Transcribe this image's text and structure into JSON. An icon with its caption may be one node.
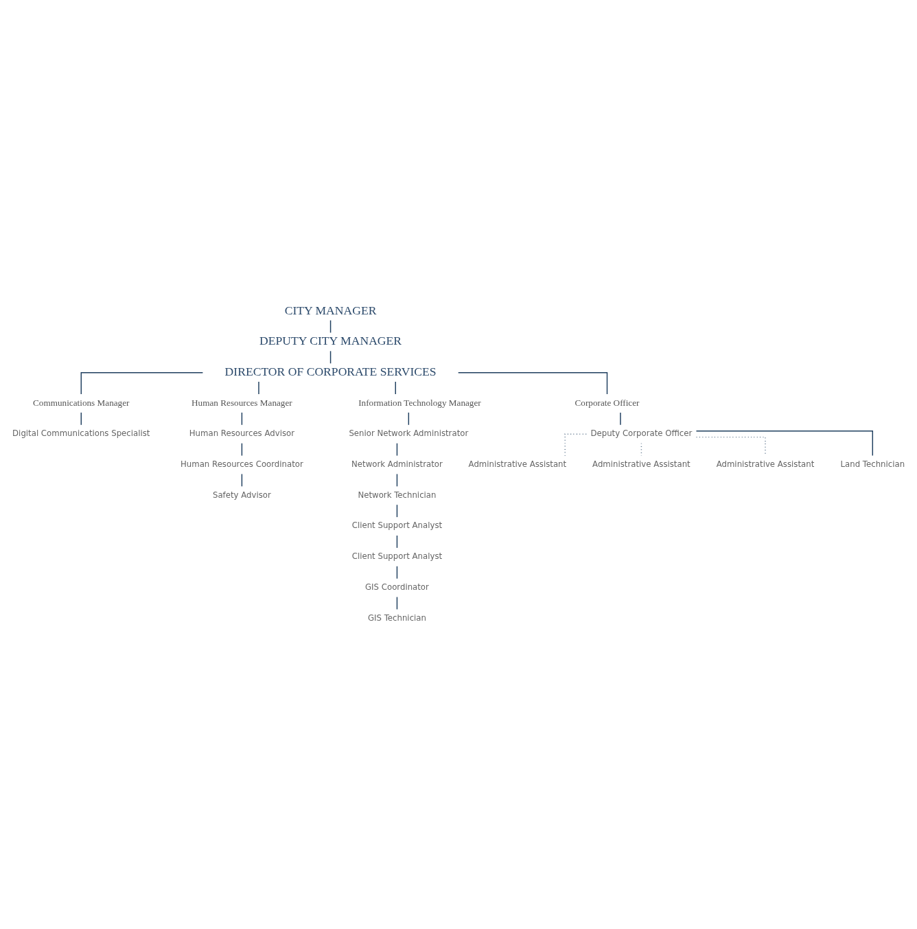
{
  "diagram": {
    "nodes": [
      {
        "text": [
          "CITY MANAGER"
        ]
      },
      {
        "text": [
          "DEPUTY CITY MANAGER"
        ]
      },
      {
        "text": [
          "DIRECTOR OF CORPORATE SERVICES"
        ]
      },
      {
        "text": [
          "Communications Manager"
        ]
      },
      {
        "text": [
          "Human Resources Manager"
        ]
      },
      {
        "text": [
          "Information Technology Manager"
        ]
      },
      {
        "text": [
          "Corporate Officer"
        ]
      },
      {
        "text": [
          "Digital Communications Specialist"
        ]
      },
      {
        "text": [
          "Human Resources Advisor"
        ]
      },
      {
        "text": [
          "Human Resources Coordinator"
        ]
      },
      {
        "text": [
          "Safety Advisor"
        ]
      },
      {
        "text": [
          "Senior Network Administrator"
        ]
      },
      {
        "text": [
          "Network Administrator"
        ]
      },
      {
        "text": [
          "Network Technician"
        ]
      },
      {
        "text": [
          "Client Support Analyst"
        ]
      },
      {
        "text": [
          "Client Support Analyst"
        ]
      },
      {
        "text": [
          "GIS Coordinator"
        ]
      },
      {
        "text": [
          "GIS Technician"
        ]
      },
      {
        "text": [
          "Deputy Corporate Officer"
        ]
      },
      {
        "text": [
          "Administrative Assistant"
        ]
      },
      {
        "text": [
          "Administrative Assistant"
        ]
      },
      {
        "text": [
          "Administrative Assistant"
        ]
      },
      {
        "text": [
          "Land Technician"
        ]
      }
    ],
    "edges": [
      {
        "from": 0,
        "to": 1,
        "arrow": "none"
      },
      {
        "from": 1,
        "to": 2,
        "arrow": "none"
      },
      {
        "from": 2,
        "to": 3,
        "arrow": "none"
      },
      {
        "from": 2,
        "to": 4,
        "arrow": "none"
      },
      {
        "from": 2,
        "to": 5,
        "arrow": "none"
      },
      {
        "from": 2,
        "to": 6,
        "arrow": "none"
      },
      {
        "from": 3,
        "to": 7,
        "arrow": "none"
      },
      {
        "from": 4,
        "to": 8,
        "arrow": "none"
      },
      {
        "from": 8,
        "to": 9,
        "arrow": "none"
      },
      {
        "from": 9,
        "to": 10,
        "arrow": "none"
      },
      {
        "from": 5,
        "to": 11,
        "arrow": "none"
      },
      {
        "from": 11,
        "to": 12,
        "arrow": "none"
      },
      {
        "from": 12,
        "to": 13,
        "arrow": "none"
      },
      {
        "from": 13,
        "to": 14,
        "arrow": "none"
      },
      {
        "from": 14,
        "to": 15,
        "arrow": "none"
      },
      {
        "from": 15,
        "to": 16,
        "arrow": "none"
      },
      {
        "from": 16,
        "to": 17,
        "arrow": "none"
      },
      {
        "from": 6,
        "to": 18,
        "arrow": "none"
      },
      {
        "from": 18,
        "to": 19,
        "arrow": "none",
        "style": "dashed"
      },
      {
        "from": 18,
        "to": 20,
        "arrow": "none",
        "style": "dashed"
      },
      {
        "from": 18,
        "to": 21,
        "arrow": "none",
        "style": "dashed"
      },
      {
        "from": 18,
        "to": 22,
        "arrow": "none"
      }
    ]
  }
}
